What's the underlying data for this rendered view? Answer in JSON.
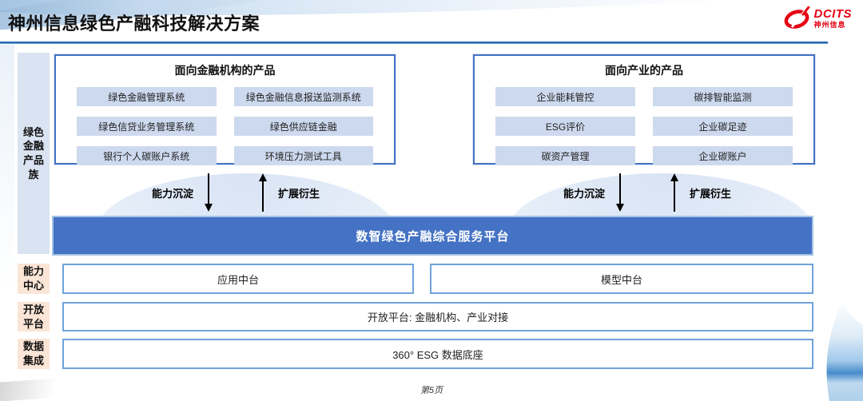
{
  "header": {
    "title": "神州信息绿色产融科技解决方案",
    "logo": {
      "brand": "DCITS",
      "brand_cn": "神州信息"
    }
  },
  "sidebar": {
    "product_family_label": "绿色\n金融\n产品\n族",
    "capability_center_label": "能力\n中心",
    "open_platform_label": "开放\n平台",
    "data_integration_label": "数据\n集成"
  },
  "panels": [
    {
      "title": "面向金融机构的产品",
      "items": [
        "绿色金融管理系统",
        "绿色金融信息报送监测系统",
        "绿色信贷业务管理系统",
        "绿色供应链金融",
        "银行个人碳账户系统",
        "环境压力测试工具"
      ]
    },
    {
      "title": "面向产业的产品",
      "items": [
        "企业能耗管控",
        "碳排智能监测",
        "ESG评价",
        "企业碳足迹",
        "碳资产管理",
        "企业碳账户"
      ]
    }
  ],
  "flows": {
    "down_label": "能力沉淀",
    "up_label": "扩展衍生"
  },
  "platform": {
    "title": "数智绿色产融综合服务平台"
  },
  "rows": {
    "capability_boxes": [
      "应用中台",
      "模型中台"
    ],
    "open_platform_box": "开放平台: 金融机构、产业对接",
    "data_box": "360° ESG 数据底座"
  },
  "footer": {
    "page": "第5页"
  },
  "colors": {
    "accent_blue": "#4472c4",
    "item_bg": "#cdd9ee",
    "label_blue_bg": "#dae3f1",
    "label_peach_bg": "#fbe5d6",
    "box_border": "#6fa3da",
    "logo_red": "#e60012",
    "header_rule": "#2e75b6"
  }
}
